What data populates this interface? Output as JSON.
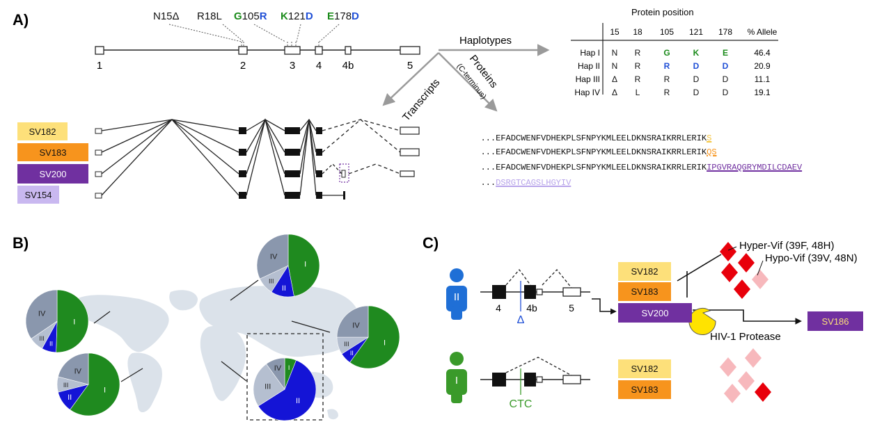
{
  "panels": {
    "a": "A)",
    "b": "B)",
    "c": "C)"
  },
  "panel_a": {
    "variants": [
      {
        "text": "N15Δ",
        "parts": [
          {
            "t": "N15Δ",
            "c": "#111"
          }
        ]
      },
      {
        "text": "R18L",
        "parts": [
          {
            "t": "R18L",
            "c": "#111"
          }
        ]
      },
      {
        "text": "G105R",
        "parts": [
          {
            "t": "G",
            "c": "#1a8a1a"
          },
          {
            "t": "105",
            "c": "#111"
          },
          {
            "t": "R",
            "c": "#1f4fd6"
          }
        ]
      },
      {
        "text": "K121D",
        "parts": [
          {
            "t": "K",
            "c": "#1a8a1a"
          },
          {
            "t": "121",
            "c": "#111"
          },
          {
            "t": "D",
            "c": "#1f4fd6"
          }
        ]
      },
      {
        "text": "E178D",
        "parts": [
          {
            "t": "E",
            "c": "#1a8a1a"
          },
          {
            "t": "178",
            "c": "#111"
          },
          {
            "t": "D",
            "c": "#1f4fd6"
          }
        ]
      }
    ],
    "exon_labels": [
      "1",
      "2",
      "3",
      "4",
      "4b",
      "5"
    ],
    "arrow_haplotypes": "Haplotypes",
    "arrow_proteins": "Proteins",
    "arrow_proteins_sub": "(C-terminus)",
    "arrow_transcripts": "Transcripts",
    "table": {
      "title": "Protein position",
      "columns": [
        "15",
        "18",
        "105",
        "121",
        "178",
        "% Allele"
      ],
      "rows": [
        {
          "name": "Hap I",
          "cells": [
            "N",
            "R",
            "G",
            "K",
            "E"
          ],
          "colors": [
            "#111",
            "#111",
            "#1a8a1a",
            "#1a8a1a",
            "#1a8a1a"
          ],
          "allele": "46.4"
        },
        {
          "name": "Hap II",
          "cells": [
            "N",
            "R",
            "R",
            "D",
            "D"
          ],
          "colors": [
            "#111",
            "#111",
            "#1f4fd6",
            "#1f4fd6",
            "#1f4fd6"
          ],
          "allele": "20.9"
        },
        {
          "name": "Hap III",
          "cells": [
            "Δ",
            "R",
            "R",
            "D",
            "D"
          ],
          "colors": [
            "#111",
            "#111",
            "#111",
            "#111",
            "#111"
          ],
          "allele": "11.1"
        },
        {
          "name": "Hap IV",
          "cells": [
            "Δ",
            "L",
            "R",
            "D",
            "D"
          ],
          "colors": [
            "#111",
            "#111",
            "#111",
            "#111",
            "#111"
          ],
          "allele": "19.1"
        }
      ]
    },
    "transcripts": [
      {
        "name": "SV182",
        "color": "#fde07a",
        "text_color": "#222"
      },
      {
        "name": "SV183",
        "color": "#f7941d",
        "text_color": "#222"
      },
      {
        "name": "SV200",
        "color": "#7030a0",
        "text_color": "#ffffff"
      },
      {
        "name": "SV154",
        "color": "#c9b8f0",
        "text_color": "#222"
      }
    ],
    "sequences": [
      {
        "prefix": "...EFADCWENFVDHEKPLSFNPYKMLEELDKNSRAIKRRLERIK",
        "tail": "S",
        "tail_color": "#f4c542"
      },
      {
        "prefix": "...EFADCWENFVDHEKPLSFNPYKMLEELDKNSRAIKRRLERIK",
        "tail": "QS",
        "tail_color": "#f7941d"
      },
      {
        "prefix": "...EFADCWENFVDHEKPLSFNPYKMLEELDKNSRAIKRRLERIK",
        "tail": "IPGVRAQGRYMDILCDAEV",
        "tail_color": "#7030a0"
      },
      {
        "prefix": "...",
        "tail": "DSRGTCAGSLHGYIV",
        "tail_color": "#b7a3ea"
      }
    ]
  },
  "panel_b": {
    "pies": [
      {
        "id": "pie-americas-north",
        "slices": [
          {
            "label": "I",
            "value": 50.5,
            "color": "#1f8a1f"
          },
          {
            "label": "II",
            "value": 7.5,
            "color": "#1414d6"
          },
          {
            "label": "III",
            "value": 7.5,
            "color": "#b5bfd0"
          },
          {
            "label": "IV",
            "value": 34.5,
            "color": "#8a97ad"
          }
        ]
      },
      {
        "id": "pie-americas-south",
        "slices": [
          {
            "label": "I",
            "value": 60,
            "color": "#1f8a1f"
          },
          {
            "label": "II",
            "value": 11,
            "color": "#1414d6"
          },
          {
            "label": "III",
            "value": 8,
            "color": "#b5bfd0"
          },
          {
            "label": "IV",
            "value": 21,
            "color": "#8a97ad"
          }
        ]
      },
      {
        "id": "pie-europe",
        "slices": [
          {
            "label": "I",
            "value": 47,
            "color": "#1f8a1f"
          },
          {
            "label": "II",
            "value": 12,
            "color": "#1414d6"
          },
          {
            "label": "III",
            "value": 9,
            "color": "#b5bfd0"
          },
          {
            "label": "IV",
            "value": 32,
            "color": "#8a97ad"
          }
        ]
      },
      {
        "id": "pie-asia",
        "slices": [
          {
            "label": "I",
            "value": 60,
            "color": "#1f8a1f"
          },
          {
            "label": "II",
            "value": 6,
            "color": "#1414d6"
          },
          {
            "label": "III",
            "value": 9,
            "color": "#b5bfd0"
          },
          {
            "label": "IV",
            "value": 25,
            "color": "#8a97ad"
          }
        ]
      },
      {
        "id": "pie-africa",
        "slices": [
          {
            "label": "I",
            "value": 6,
            "color": "#1f8a1f"
          },
          {
            "label": "II",
            "value": 60,
            "color": "#1414d6"
          },
          {
            "label": "III",
            "value": 24,
            "color": "#b5bfd0"
          },
          {
            "label": "IV",
            "value": 10,
            "color": "#8a97ad"
          }
        ]
      }
    ]
  },
  "panel_c": {
    "hap2_label": "II",
    "hap1_label": "I",
    "hap2_exons": [
      "4",
      "4b",
      "5"
    ],
    "hap2_mark": "Δ",
    "hap1_mark": "CTC",
    "hap2_isoforms": [
      "SV182",
      "SV183",
      "SV200"
    ],
    "hap1_isoforms": [
      "SV182",
      "SV183"
    ],
    "product": "SV186",
    "protease": "HIV-1 Protease",
    "hyper": "Hyper-Vif (39F, 48H)",
    "hypo": "Hypo-Vif (39V, 48N)",
    "colors": {
      "hap2": "#1f6fd6",
      "hap1": "#3a9a2a",
      "vif_red": "#e8000b",
      "vif_pale": "#f7b8bc",
      "protease": "#ffe300"
    }
  }
}
